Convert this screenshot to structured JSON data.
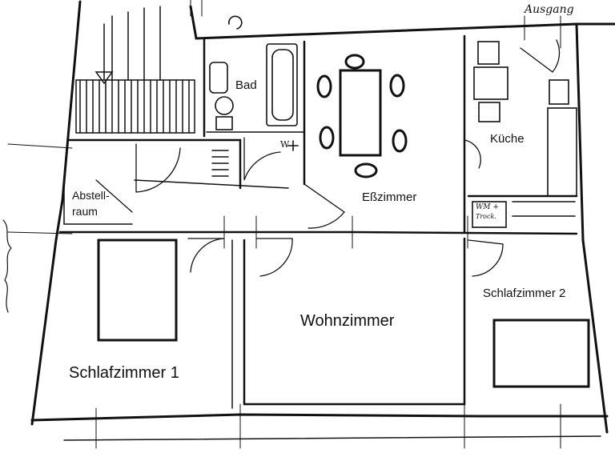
{
  "rooms": {
    "bad": "Bad",
    "esszimmer": "Eßzimmer",
    "kueche": "Küche",
    "abstellraum_line1": "Abstell-",
    "abstellraum_line2": "raum",
    "wohnzimmer": "Wohnzimmer",
    "schlafzimmer1": "Schlafzimmer 1",
    "schlafzimmer2": "Schlafzimmer 2"
  },
  "annotations": {
    "ausgang": "Ausgang",
    "wm_line1": "WM +",
    "wm_line2": "Trock.",
    "w_mark": "W"
  },
  "colors": {
    "ink": "#111111",
    "paper": "#ffffff"
  }
}
